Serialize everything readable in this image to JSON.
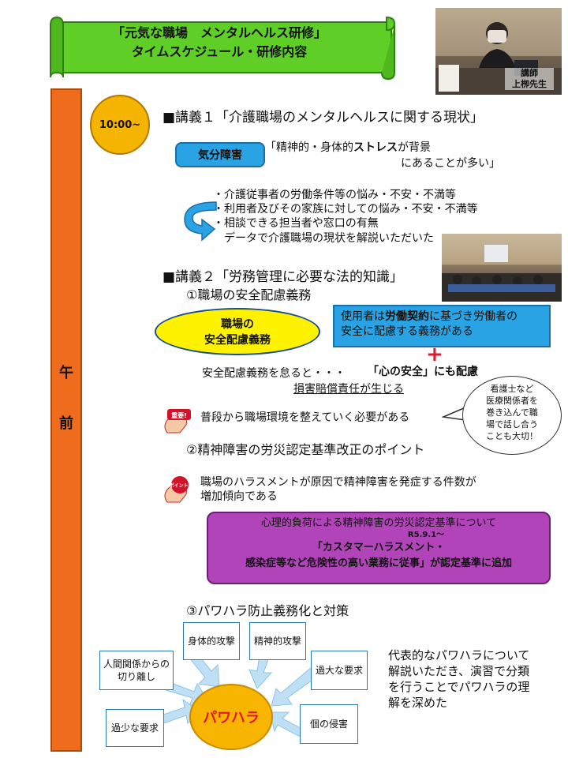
{
  "banner": {
    "line1": "「元気な職場　メンタルヘルス研修」",
    "line2": "タイムスケジュール・研修内容"
  },
  "lecturer": {
    "role": "講師",
    "name": "上栁先生"
  },
  "side_bar": {
    "char1": "午",
    "char2": "前"
  },
  "time": "10:00~",
  "lecture1": {
    "title": "■講義１「介護職場のメンタルヘルスに関する現状」",
    "pill": "気分障害",
    "quote_pre": "「精神的・身体的",
    "quote_bold": "ストレス",
    "quote_post": "が背景",
    "quote_line2": "にあることが多い」",
    "bullets": [
      "・介護従事者の労働条件等の悩み・不安・不満等",
      "・利用者及びその家族に対しての悩み・不安・不満等",
      "・相談できる担当者や窓口の有無"
    ],
    "summary": "データで介護職場の現状を解説いただいた"
  },
  "lecture2": {
    "title": "■講義２「労務管理に必要な法的知識」",
    "sub1": "①職場の安全配慮義務",
    "oval_line1": "職場の",
    "oval_line2": "安全配慮義務",
    "box_pre": "使用者は",
    "box_bold": "労働契約",
    "box_post": "に基づき労働者の",
    "box_line2": "安全に配慮する義務がある",
    "plus": "+",
    "neglect": "安全配慮義務を怠ると・・・",
    "damages": "損害賠償責任が生じる",
    "kokoro_bold": "「心の安全」",
    "kokoro_post": "にも配慮",
    "badge_important": "重要!",
    "important_text": "普段から職場環境を整えていく必要がある",
    "speech": [
      "看護士など",
      "医療関係者を",
      "巻き込んで職",
      "場で話し合う",
      "ことも大切！"
    ],
    "sub2": "②精神障害の労災認定基準改正のポイント",
    "badge_point": "ポイント!",
    "point_line1": "職場のハラスメントが原因で精神障害を発症する件数が",
    "point_line2": "増加傾向である",
    "purple_line1": "心理的負荷による精神障害の労災認定基準について",
    "purple_date": "R5.9.1～",
    "purple_bold1": "「カスタマーハラスメント・",
    "purple_bold2": "感染症等など危険性の高い業務に従事」が認定基準に追加",
    "sub3": "③パワハラ防止義務化と対策"
  },
  "powerhara": {
    "center": "パワハラ",
    "physical": "身体的攻撃",
    "mental": "精神的攻撃",
    "isolation_line1": "人間関係からの",
    "isolation_line2": "切り離し",
    "excessive": "過大な要求",
    "too_little": "過少な要求",
    "privacy": "個の侵害",
    "description": [
      "代表的なパワハラについて",
      "解説いただき、演習で分類",
      "を行うことでパワハラの理",
      "解を深めた"
    ]
  },
  "colors": {
    "banner": "#5fcf28",
    "side_bar": "#ef6c1c",
    "time": "#f5b400",
    "blue": "#29a3e4",
    "yellow": "#fff200",
    "purple": "#b044b8",
    "red": "#e0182b"
  },
  "icons": [
    "curved-arrow-icon",
    "plus-icon",
    "important-badge-icon",
    "point-badge-icon",
    "arrow-icon"
  ]
}
